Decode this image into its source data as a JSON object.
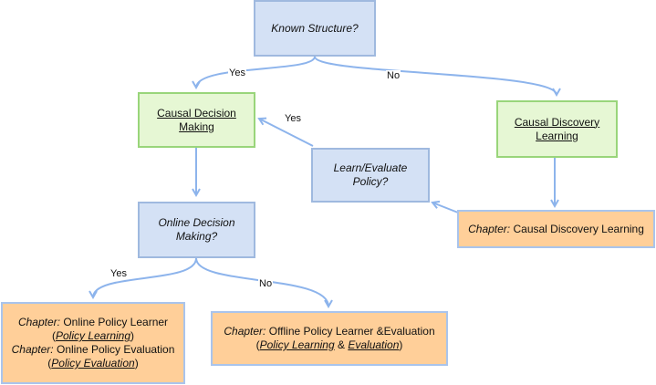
{
  "nodes": {
    "known_structure": "Known Structure?",
    "causal_decision_making": [
      "Causal Decision",
      "Making"
    ],
    "causal_discovery_learning": [
      "Causal Discovery",
      "Learning"
    ],
    "learn_evaluate_policy": [
      "Learn/Evaluate",
      "Policy?"
    ],
    "online_decision_making": [
      "Online Decision",
      "Making?"
    ],
    "chapter_causal_discovery": {
      "prefix": "Chapter:",
      "text": "Causal Discovery Learning"
    },
    "chapter_online": {
      "line1_prefix": "Chapter:",
      "line1_text": "Online Policy Learner",
      "line2_open": "(",
      "line2_link": "Policy Learning",
      "line2_close": ")",
      "line3_prefix": "Chapter:",
      "line3_text": "Online Policy Evaluation",
      "line4_open": "(",
      "line4_link": "Policy Evaluation",
      "line4_close": ")"
    },
    "chapter_offline": {
      "line1_prefix": "Chapter:",
      "line1_text": "Offline Policy Learner &Evaluation",
      "line2_open": "(",
      "line2_link1": "Policy Learning",
      "line2_amp": " & ",
      "line2_link2": "Evaluation",
      "line2_close": ")"
    }
  },
  "edge_labels": {
    "yes_top": "Yes",
    "no_top": "No",
    "yes_policy": "Yes",
    "yes_online": "Yes",
    "no_online": "No"
  },
  "colors": {
    "edge": "#8db4ec",
    "decision_fill": "#d4e1f5",
    "process_fill": "#e6f7d4",
    "chapter_fill": "#ffcf99"
  }
}
